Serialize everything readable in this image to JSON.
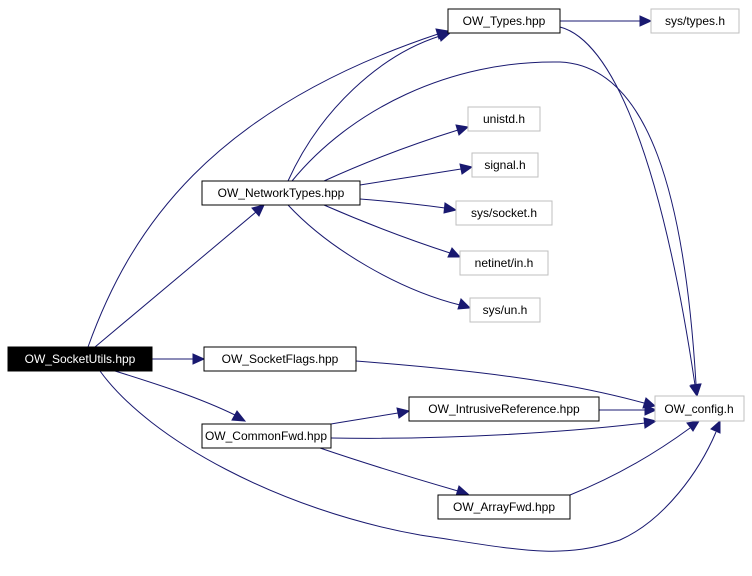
{
  "graph": {
    "nodes": {
      "socketutils": "OW_SocketUtils.hpp",
      "types": "OW_Types.hpp",
      "systypes": "sys/types.h",
      "unistd": "unistd.h",
      "signal": "signal.h",
      "networktypes": "OW_NetworkTypes.hpp",
      "syssocket": "sys/socket.h",
      "netinet": "netinet/in.h",
      "sysun": "sys/un.h",
      "socketflags": "OW_SocketFlags.hpp",
      "config": "OW_config.h",
      "intrusive": "OW_IntrusiveReference.hpp",
      "commonfwd": "OW_CommonFwd.hpp",
      "arrayfwd": "OW_ArrayFwd.hpp"
    },
    "colors": {
      "edge": "#191970",
      "focus_fill": "#000000",
      "focus_text": "#ffffff",
      "documented_border": "#000000",
      "undocumented_border": "#bfbfbf",
      "text": "#000000",
      "undocumented_text": "#000000"
    }
  }
}
